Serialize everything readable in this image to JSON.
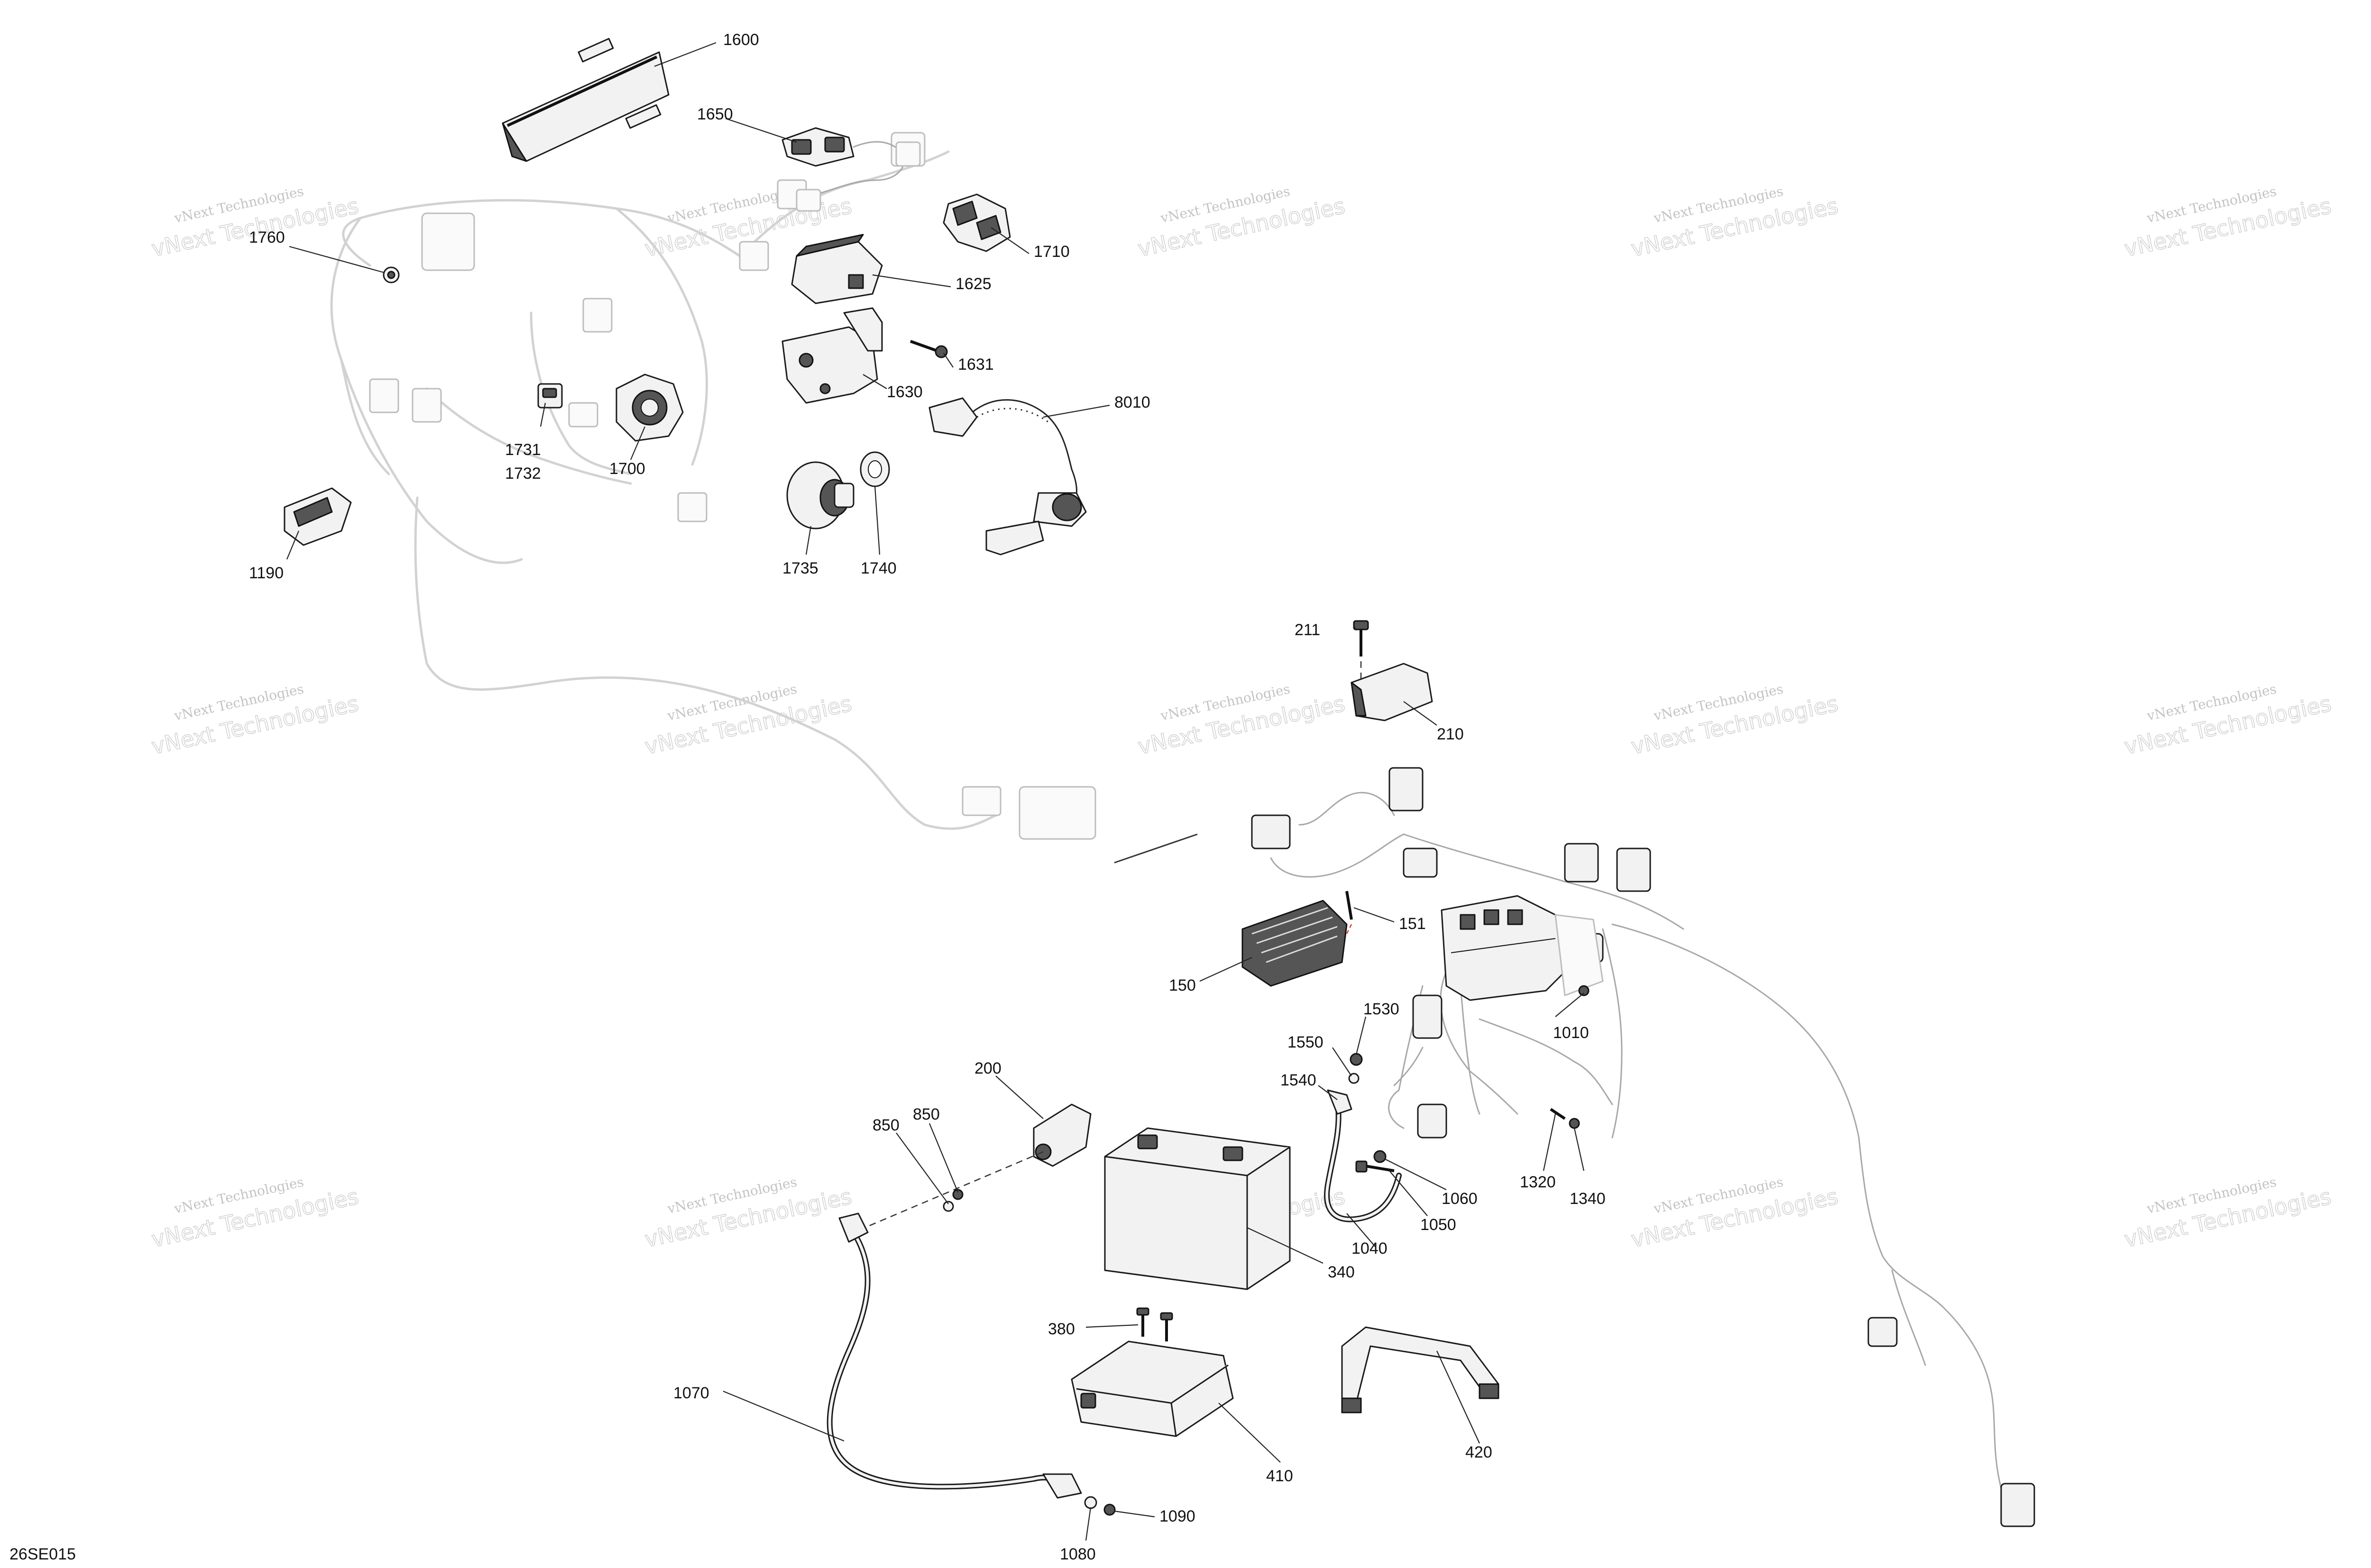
{
  "figure_code": "26SE015",
  "watermark": {
    "line1": "vNext Technologies",
    "line2": "vNext Technologies"
  },
  "callouts": {
    "c1600": "1600",
    "c1650": "1650",
    "c1710": "1710",
    "c1625": "1625",
    "c1631": "1631",
    "c1630": "1630",
    "c8010": "8010",
    "c1731": "1731",
    "c1732": "1732",
    "c1700": "1700",
    "c1190": "1190",
    "c1735": "1735",
    "c1740": "1740",
    "c1760": "1760",
    "c211": "211",
    "c210": "210",
    "c151": "151",
    "c150": "150",
    "c1010": "1010",
    "c1530": "1530",
    "c1550": "1550",
    "c1540": "1540",
    "c200": "200",
    "c850a": "850",
    "c850b": "850",
    "c1060": "1060",
    "c1050": "1050",
    "c1040": "1040",
    "c1320": "1320",
    "c1340": "1340",
    "c340": "340",
    "c380": "380",
    "c1070": "1070",
    "c410": "410",
    "c420": "420",
    "c1090": "1090",
    "c1080": "1080"
  }
}
